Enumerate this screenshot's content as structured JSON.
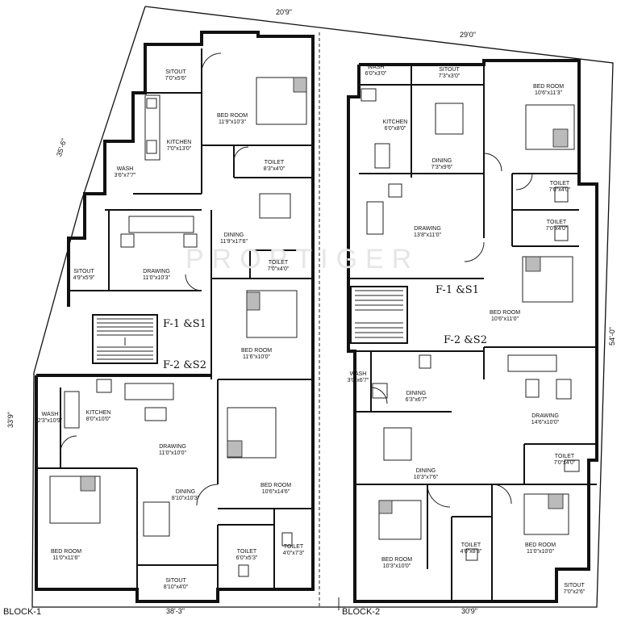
{
  "watermark": "PROPTIGER",
  "dimensions": {
    "top_left": "20'9\"",
    "top_right": "29'0\"",
    "left_upper": "35'-6\"",
    "left_lower": "33'9\"",
    "right": "54'-0\"",
    "bottom_left": "38'-3\"",
    "bottom_right": "30'9\""
  },
  "blocks": {
    "block1": "BLOCK-1",
    "block2": "BLOCK-2"
  },
  "floor_tags": {
    "b1_upper": "F-1 &S1",
    "b1_lower": "F-2 &S2",
    "b2_upper": "F-1 &S1",
    "b2_lower": "F-2 &S2"
  },
  "rooms": {
    "b1_sitout_top": {
      "name": "SITOUT",
      "size": "7'0\"x5'6\""
    },
    "b1_bed_top": {
      "name": "BED ROOM",
      "size": "11'9\"x10'3\""
    },
    "b1_kitchen_top": {
      "name": "KITCHEN",
      "size": "7'0\"x13'0\""
    },
    "b1_wash_top": {
      "name": "WASH",
      "size": "3'6\"x7'7\""
    },
    "b1_toilet_top": {
      "name": "TOILET",
      "size": "8'3\"x4'0\""
    },
    "b1_dining_top": {
      "name": "DINING",
      "size": "11'9\"x17'6\""
    },
    "b1_sitout_mid": {
      "name": "SITOUT",
      "size": "4'9\"x5'9\""
    },
    "b1_drawing_top": {
      "name": "DRAWING",
      "size": "11'0\"x10'3\""
    },
    "b1_toilet_mid": {
      "name": "TOILET",
      "size": "7'0\"x4'0\""
    },
    "b1_bed_mid": {
      "name": "BED ROOM",
      "size": "11'6\"x10'0\""
    },
    "b1_wash_low": {
      "name": "WASH",
      "size": "2'3\"x10'9\""
    },
    "b1_kitchen_low": {
      "name": "KITCHEN",
      "size": "8'0\"x10'0\""
    },
    "b1_drawing_low": {
      "name": "DRAWING",
      "size": "11'0\"x10'0\""
    },
    "b1_bed_right": {
      "name": "BED ROOM",
      "size": "10'6\"x14'6\""
    },
    "b1_dining_low": {
      "name": "DINING",
      "size": "8'10\"x10'3\""
    },
    "b1_bed_low": {
      "name": "BED ROOM",
      "size": "11'0\"x11'6\""
    },
    "b1_toilet_low1": {
      "name": "TOILET",
      "size": "6'0\"x5'3\""
    },
    "b1_toilet_low2": {
      "name": "TOILET",
      "size": "4'0\"x7'3\""
    },
    "b1_sitout_low": {
      "name": "SITOUT",
      "size": "8'10\"x4'0\""
    },
    "b2_wash_top": {
      "name": "WASH",
      "size": "6'0\"x3'0\""
    },
    "b2_sitout_top": {
      "name": "SITOUT",
      "size": "7'3\"x3'0\""
    },
    "b2_bed_top": {
      "name": "BED ROOM",
      "size": "10'6\"x11'3\""
    },
    "b2_kitchen_top": {
      "name": "KITCHEN",
      "size": "6'0\"x8'0\""
    },
    "b2_dining_top": {
      "name": "DINING",
      "size": "7'3\"x9'6\""
    },
    "b2_toilet_top1": {
      "name": "TOILET",
      "size": "7'0\"x4'0\""
    },
    "b2_toilet_top2": {
      "name": "TOILET",
      "size": "7'0\"x4'0\""
    },
    "b2_drawing_top": {
      "name": "DRAWING",
      "size": "13'8\"x11'0\""
    },
    "b2_bed_mid": {
      "name": "BED ROOM",
      "size": "10'6\"x11'0\""
    },
    "b2_wash_low": {
      "name": "WASH",
      "size": "3'0\"x6'7\""
    },
    "b2_dining_low_small": {
      "name": "DINING",
      "size": "6'3\"x6'7\""
    },
    "b2_drawing_low": {
      "name": "DRAWING",
      "size": "14'6\"x10'0\""
    },
    "b2_toilet_low1": {
      "name": "TOILET",
      "size": "7'0\"x4'0\""
    },
    "b2_dining_low": {
      "name": "DINING",
      "size": "10'3\"x7'6\""
    },
    "b2_bed_low1": {
      "name": "BED ROOM",
      "size": "10'3\"x10'0\""
    },
    "b2_toilet_low2": {
      "name": "TOILET",
      "size": "4'0\"x8'3\""
    },
    "b2_bed_low2": {
      "name": "BED ROOM",
      "size": "11'0\"x10'0\""
    },
    "b2_sitout_low": {
      "name": "SITOUT",
      "size": "7'0\"x2'6\""
    }
  }
}
